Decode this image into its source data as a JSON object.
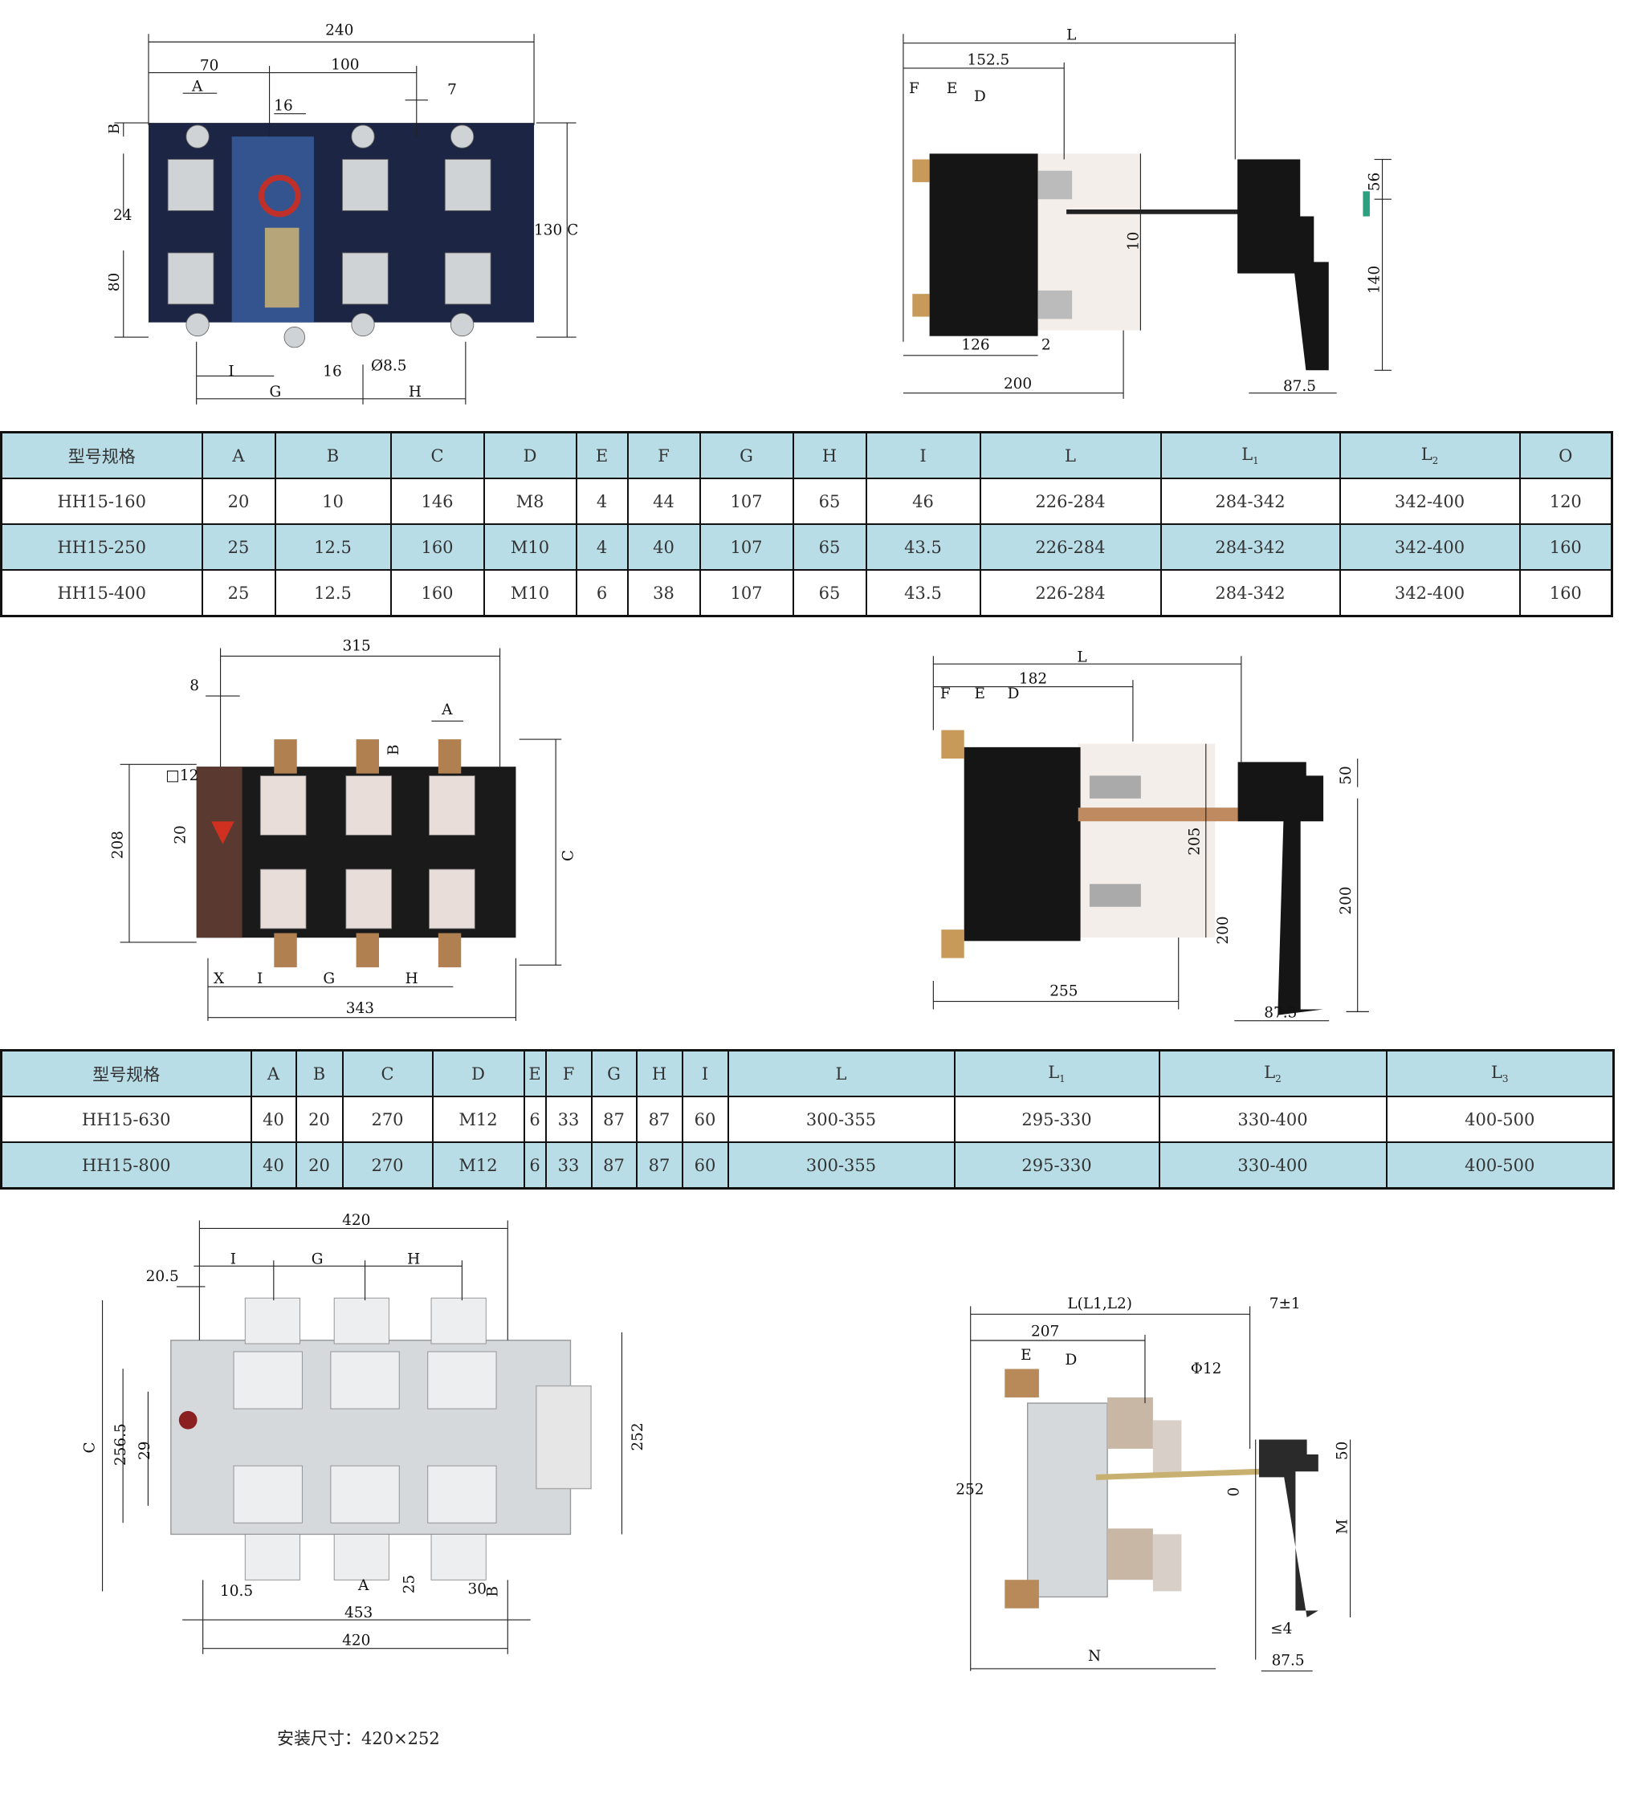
{
  "diagram1": {
    "d240": "240",
    "d70": "70",
    "d100": "100",
    "A": "A",
    "d16a": "16",
    "d7": "7",
    "B": "B",
    "d24": "24",
    "d80": "80",
    "d130C": "130 C",
    "I": "I",
    "G": "G",
    "d16b": "16",
    "phi": "Ø8.5",
    "H": "H"
  },
  "diagram2": {
    "L": "L",
    "d152": "152.5",
    "F": "F",
    "E": "E",
    "D": "D",
    "d56": "56",
    "d140": "140",
    "d10": "10",
    "d126": "126",
    "d2": "2",
    "d200": "200",
    "d87": "87.5"
  },
  "table1": {
    "headers": [
      {
        "t": "型号规格"
      },
      {
        "t": "A"
      },
      {
        "t": "B"
      },
      {
        "t": "C"
      },
      {
        "t": "D"
      },
      {
        "t": "E"
      },
      {
        "t": "F"
      },
      {
        "t": "G"
      },
      {
        "t": "H"
      },
      {
        "t": "I"
      },
      {
        "t": "L"
      },
      {
        "t": "L",
        "sub": "1"
      },
      {
        "t": "L",
        "sub": "2"
      },
      {
        "t": "O"
      }
    ],
    "rows": [
      [
        "HH15-160",
        "20",
        "10",
        "146",
        "M8",
        "4",
        "44",
        "107",
        "65",
        "46",
        "226-284",
        "284-342",
        "342-400",
        "120"
      ],
      [
        "HH15-250",
        "25",
        "12.5",
        "160",
        "M10",
        "4",
        "40",
        "107",
        "65",
        "43.5",
        "226-284",
        "284-342",
        "342-400",
        "160"
      ],
      [
        "HH15-400",
        "25",
        "12.5",
        "160",
        "M10",
        "6",
        "38",
        "107",
        "65",
        "43.5",
        "226-284",
        "284-342",
        "342-400",
        "160"
      ]
    ]
  },
  "diagram3": {
    "d315": "315",
    "d8": "8",
    "A": "A",
    "B": "B",
    "sq12": "□12",
    "d20": "20",
    "d208": "208",
    "C": "C",
    "X": "X",
    "I": "I",
    "G": "G",
    "H": "H",
    "d343": "343"
  },
  "diagram4": {
    "L": "L",
    "d182": "182",
    "F": "F",
    "E": "E",
    "D": "D",
    "d50": "50",
    "d205": "205",
    "d200a": "200",
    "d200b": "200",
    "d255": "255",
    "d87": "87.5"
  },
  "table2": {
    "headers": [
      {
        "t": "型号规格"
      },
      {
        "t": "A"
      },
      {
        "t": "B"
      },
      {
        "t": "C"
      },
      {
        "t": "D"
      },
      {
        "t": "E"
      },
      {
        "t": "F"
      },
      {
        "t": "G"
      },
      {
        "t": "H"
      },
      {
        "t": "I"
      },
      {
        "t": "L"
      },
      {
        "t": "L",
        "sub": "1"
      },
      {
        "t": "L",
        "sub": "2"
      },
      {
        "t": "L",
        "sub": "3"
      }
    ],
    "rows": [
      [
        "HH15-630",
        "40",
        "20",
        "270",
        "M12",
        "6",
        "33",
        "87",
        "87",
        "60",
        "300-355",
        "295-330",
        "330-400",
        "400-500"
      ],
      [
        "HH15-800",
        "40",
        "20",
        "270",
        "M12",
        "6",
        "33",
        "87",
        "87",
        "60",
        "300-355",
        "295-330",
        "330-400",
        "400-500"
      ]
    ]
  },
  "diagram5": {
    "d420a": "420",
    "d20_5": "20.5",
    "I": "I",
    "G": "G",
    "H": "H",
    "C": "C",
    "d256": "256.5",
    "d29": "29",
    "d252": "252",
    "d10_5": "10.5",
    "A": "A",
    "d25": "25",
    "d30": "30",
    "B": "B",
    "d453": "453",
    "d420b": "420"
  },
  "diagram6": {
    "L": "L(L1,L2)",
    "d7": "7±1",
    "d207": "207",
    "E": "E",
    "D": "D",
    "phi12": "Φ12",
    "d252": "252",
    "O": "0",
    "d50": "50",
    "M": "M",
    "le4": "≤4",
    "N": "N",
    "d87": "87.5"
  },
  "caption": "安装尺寸：420×252"
}
